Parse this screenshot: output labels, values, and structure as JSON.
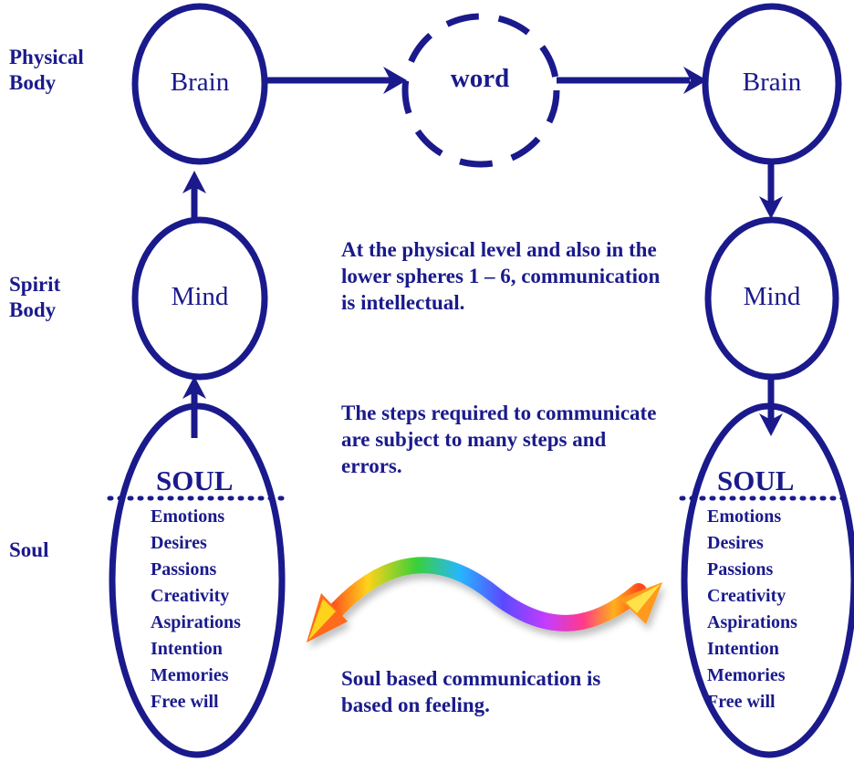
{
  "colors": {
    "primary": "#1a1a8c",
    "rainbow": [
      "#ff3030",
      "#ff9a1a",
      "#ffe81a",
      "#39d039",
      "#27b6ff",
      "#4a4aff",
      "#c43cff",
      "#ff3a8a"
    ]
  },
  "rows": {
    "physical": "Physical\nBody",
    "spirit": "Spirit\nBody",
    "soul": "Soul"
  },
  "nodes": {
    "brain_left": "Brain",
    "word": "word",
    "brain_right": "Brain",
    "mind_left": "Mind",
    "mind_right": "Mind",
    "soul_left_title": "SOUL",
    "soul_right_title": "SOUL"
  },
  "soul_items": [
    "Emotions",
    "Desires",
    "Passions",
    "Creativity",
    "Aspirations",
    "Intention",
    "Memories",
    "Free will"
  ],
  "text": {
    "paragraph_1": "At the physical level and also in the lower spheres 1 – 6, communication is intellectual.",
    "paragraph_2": "The steps required to communicate are subject to many steps and errors.",
    "paragraph_3": "Soul based communication is based on feeling."
  }
}
